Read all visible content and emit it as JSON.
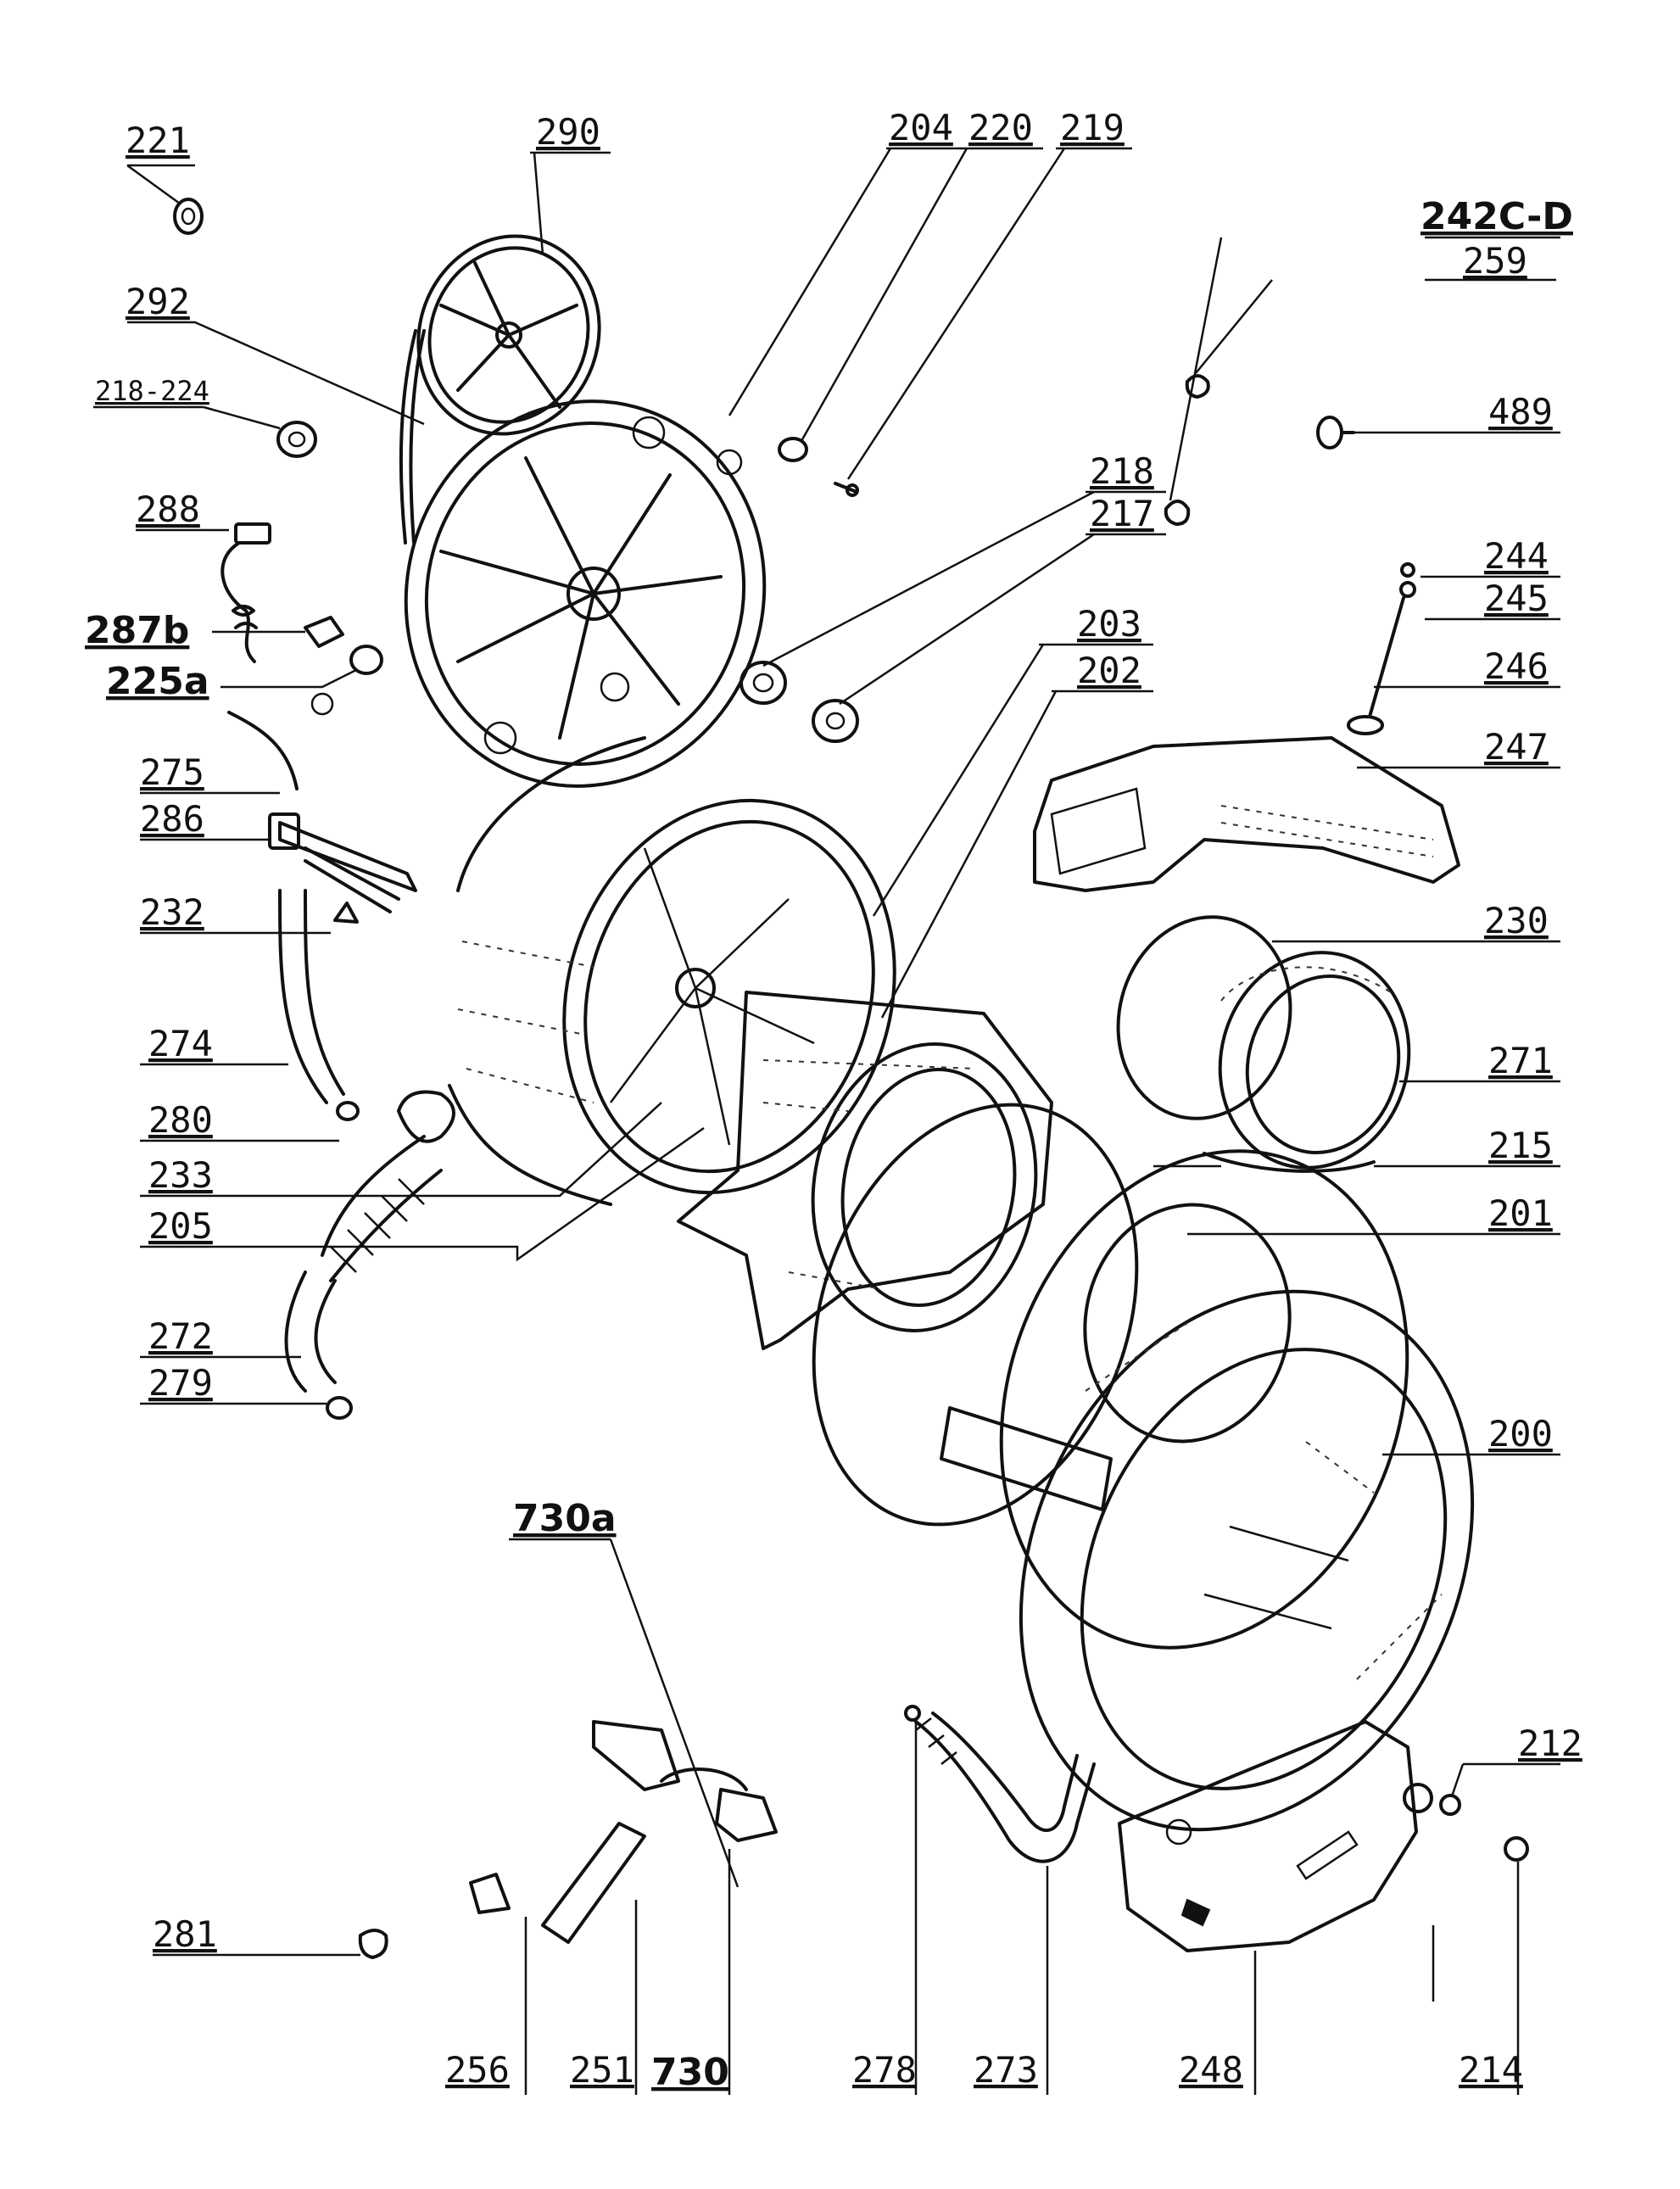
{
  "diagram": {
    "labels": {
      "l221": "221",
      "l290": "290",
      "l204": "204",
      "l220": "220",
      "l219": "219",
      "l242cd": "242C-D",
      "l259": "259",
      "l292": "292",
      "l218_224": "218-224",
      "l489": "489",
      "l288": "288",
      "l218": "218",
      "l217": "217",
      "l244": "244",
      "l287b": "287b",
      "l245": "245",
      "l225a": "225a",
      "l203": "203",
      "l246": "246",
      "l202": "202",
      "l275": "275",
      "l247": "247",
      "l286": "286",
      "l232": "232",
      "l230": "230",
      "l274": "274",
      "l271": "271",
      "l280": "280",
      "l215": "215",
      "l233": "233",
      "l205": "205",
      "l201": "201",
      "l272": "272",
      "l279": "279",
      "l200": "200",
      "l730a": "730a",
      "l212": "212",
      "l281": "281",
      "l256": "256",
      "l251": "251",
      "l730": "730",
      "l278": "278",
      "l273": "273",
      "l248": "248",
      "l214": "214"
    }
  }
}
